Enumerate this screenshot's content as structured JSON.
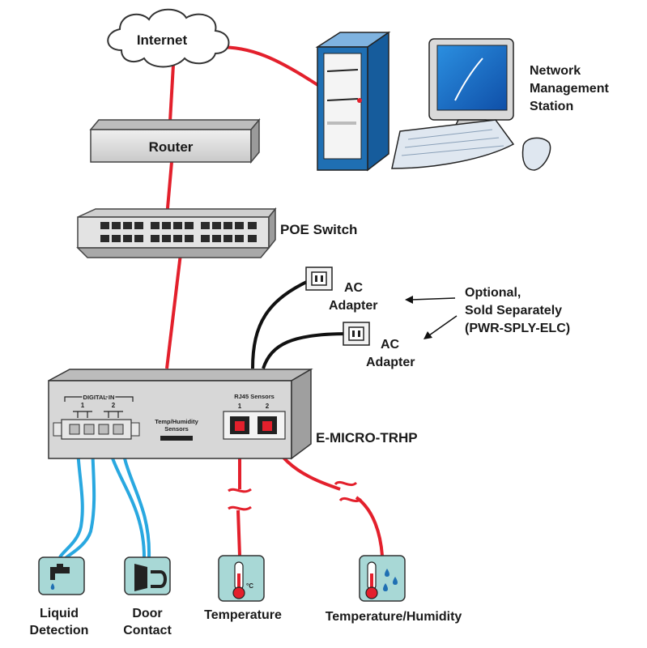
{
  "labels": {
    "internet": "Internet",
    "router": "Router",
    "poe_switch": "POE Switch",
    "nms_line1": "Network",
    "nms_line2": "Management",
    "nms_line3": "Station",
    "ac_adapter_1_line1": "AC",
    "ac_adapter_1_line2": "Adapter",
    "ac_adapter_2_line1": "AC",
    "ac_adapter_2_line2": "Adapter",
    "optional_line1": "Optional,",
    "optional_line2": "Sold Separately",
    "optional_line3": "(PWR-SPLY-ELC)",
    "device_name": "E-MICRO-TRHP",
    "digital_in": "DIGITAL IN",
    "digital_in_ch1": "1",
    "digital_in_ch2": "2",
    "temp_humidity_sensors_line1": "Temp/Humidity",
    "temp_humidity_sensors_line2": "Sensors",
    "rj45_sensors": "RJ45 Sensors",
    "rj45_port1": "1",
    "rj45_port2": "2",
    "liquid_line1": "Liquid",
    "liquid_line2": "Detection",
    "door_line1": "Door",
    "door_line2": "Contact",
    "temperature": "Temperature",
    "temperature_humidity": "Temperature/Humidity",
    "celsius": "°C"
  },
  "colors": {
    "network_cable": "#e3202c",
    "power_cable": "#111111",
    "sensor_wire": "#29a8e0",
    "device_body": "#d7d7d7",
    "computer_blue": "#1f6fb3",
    "sensor_tile": "#a8d8d6"
  },
  "icons": {
    "internet": "cloud-icon",
    "router": "router-icon",
    "switch": "poe-switch-icon",
    "tower": "computer-tower-icon",
    "monitor": "monitor-icon",
    "keyboard": "keyboard-icon",
    "mouse": "mouse-icon",
    "outlet": "wall-outlet-icon",
    "liquid": "faucet-icon",
    "door": "door-magnet-icon",
    "temperature": "thermometer-icon",
    "humidity": "thermometer-droplets-icon"
  }
}
